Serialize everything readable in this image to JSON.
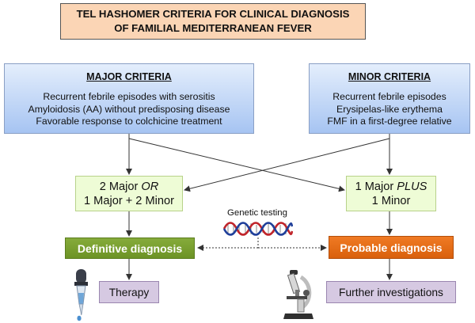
{
  "title": {
    "line1": "TEL HASHOMER CRITERIA FOR CLINICAL DIAGNOSIS",
    "line2": "OF FAMILIAL MEDITERRANEAN FEVER"
  },
  "major": {
    "heading": "MAJOR CRITERIA",
    "items": [
      "Recurrent febrile episodes with serositis",
      "Amyloidosis (AA) without predisposing disease",
      "Favorable response to colchicine treatment"
    ]
  },
  "minor": {
    "heading": "MINOR CRITERIA",
    "items": [
      "Recurrent febrile episodes",
      "Erysipelas-like erythema",
      "FMF in a first-degree relative"
    ]
  },
  "rule_left": {
    "line1_prefix": "2 Major ",
    "line1_emph": "OR",
    "line2": "1 Major + 2 Minor"
  },
  "rule_right": {
    "line1_prefix": "1 Major ",
    "line1_emph": "PLUS",
    "line2": "1 Minor"
  },
  "genetic_testing": "Genetic testing",
  "definitive": "Definitive diagnosis",
  "probable": "Probable diagnosis",
  "therapy": "Therapy",
  "further": "Further investigations",
  "colors": {
    "title_bg": "#fbd5b5",
    "criteria_top": "#e4eefc",
    "criteria_bottom": "#a6c4f2",
    "rule_bg": "#eefcd6",
    "definitive_bg": "#76a030",
    "probable_bg": "#e86a17",
    "action_bg": "#d6c9e2",
    "dna_red": "#c0242a",
    "dna_blue": "#1f3f9a"
  },
  "icons": {
    "dna": "dna-helix-icon",
    "dropper": "dropper-icon",
    "microscope": "microscope-icon"
  }
}
